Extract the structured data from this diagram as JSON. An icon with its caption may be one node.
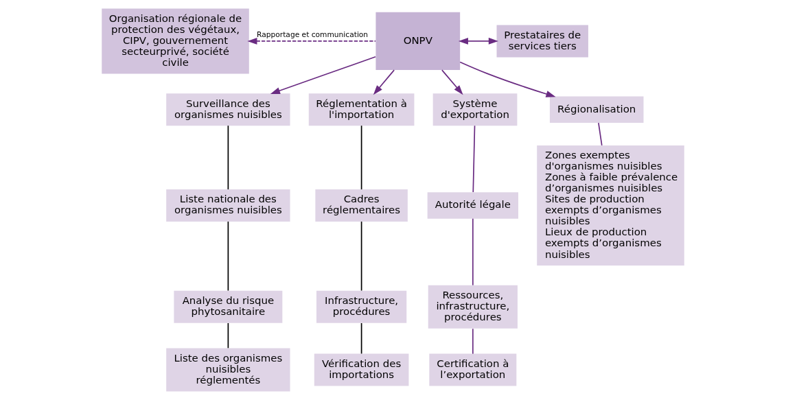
{
  "diagram": {
    "nodes": [
      {
        "text": [
          "Organisation régionale de protection des végétaux, CIPV, gouvernement secteurprivé, société civile"
        ]
      },
      {
        "text": [
          "ONPV"
        ]
      },
      {
        "text": [
          "Prestataires de services tiers"
        ]
      },
      {
        "text": [
          "Surveillance des organismes nuisibles"
        ]
      },
      {
        "text": [
          "Réglementation à l'importation"
        ]
      },
      {
        "text": [
          "Système d'exportation"
        ]
      },
      {
        "text": [
          "Régionalisation"
        ]
      },
      {
        "text": [
          "Liste nationale des organismes nuisibles"
        ]
      },
      {
        "text": [
          "Analyse du risque phytosanitaire"
        ]
      },
      {
        "text": [
          "Liste des organismes nuisibles réglementés"
        ]
      },
      {
        "text": [
          "Cadres réglementaires"
        ]
      },
      {
        "text": [
          "Infrastructure, procédures"
        ]
      },
      {
        "text": [
          "Vérification des importations"
        ]
      },
      {
        "text": [
          "Autorité légale"
        ]
      },
      {
        "text": [
          "Ressources, infrastructure, procédures"
        ]
      },
      {
        "text": [
          "Certification à l’exportation"
        ]
      },
      {
        "text": [
          "Zones exemptes d'organismes nuisibles",
          "Zones à faible prévalence d’organismes nuisibles",
          "Sites de production exempts d’organismes nuisibles",
          "Lieux de production exempts d’organismes nuisibles"
        ]
      }
    ],
    "edges": [
      {
        "from": 1,
        "to": 0,
        "arrow": "to",
        "style": "dashed",
        "label": "Rapportage et communication"
      },
      {
        "from": 1,
        "to": 2,
        "arrow": "both"
      },
      {
        "from": 1,
        "to": 3,
        "arrow": "to"
      },
      {
        "from": 1,
        "to": 4,
        "arrow": "to"
      },
      {
        "from": 1,
        "to": 5,
        "arrow": "to"
      },
      {
        "from": 1,
        "to": 6,
        "arrow": "to"
      },
      {
        "from": 3,
        "to": 7,
        "arrow": "none",
        "color": "#000000"
      },
      {
        "from": 7,
        "to": 8,
        "arrow": "none",
        "color": "#000000"
      },
      {
        "from": 8,
        "to": 9,
        "arrow": "none",
        "color": "#000000"
      },
      {
        "from": 4,
        "to": 10,
        "arrow": "none",
        "color": "#000000"
      },
      {
        "from": 10,
        "to": 11,
        "arrow": "none",
        "color": "#000000"
      },
      {
        "from": 11,
        "to": 12,
        "arrow": "none",
        "color": "#000000"
      },
      {
        "from": 5,
        "to": 13,
        "arrow": "none"
      },
      {
        "from": 13,
        "to": 14,
        "arrow": "none"
      },
      {
        "from": 14,
        "to": 15,
        "arrow": "none"
      },
      {
        "from": 6,
        "to": 16,
        "arrow": "none"
      }
    ]
  }
}
